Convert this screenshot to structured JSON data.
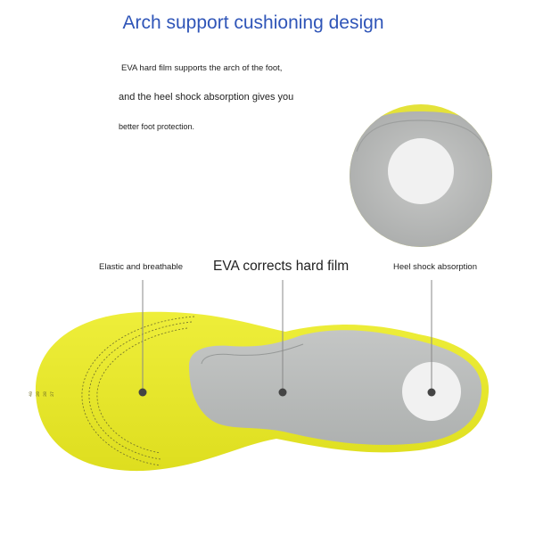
{
  "header": {
    "title": "Arch support cushioning design"
  },
  "description": {
    "line1": "EVA hard film supports the arch of the foot,",
    "line2": "and the heel shock absorption gives you",
    "line3": "better foot protection."
  },
  "callouts": {
    "elastic": "Elastic and breathable",
    "eva": "EVA corrects hard film",
    "heel": "Heel shock absorption"
  },
  "colors": {
    "title": "#2f55b8",
    "insole_yellow": "#e9ea2c",
    "film_gray": "#b9bcbb",
    "heel_pad": "#f1f1f1",
    "callout": "#333333"
  }
}
